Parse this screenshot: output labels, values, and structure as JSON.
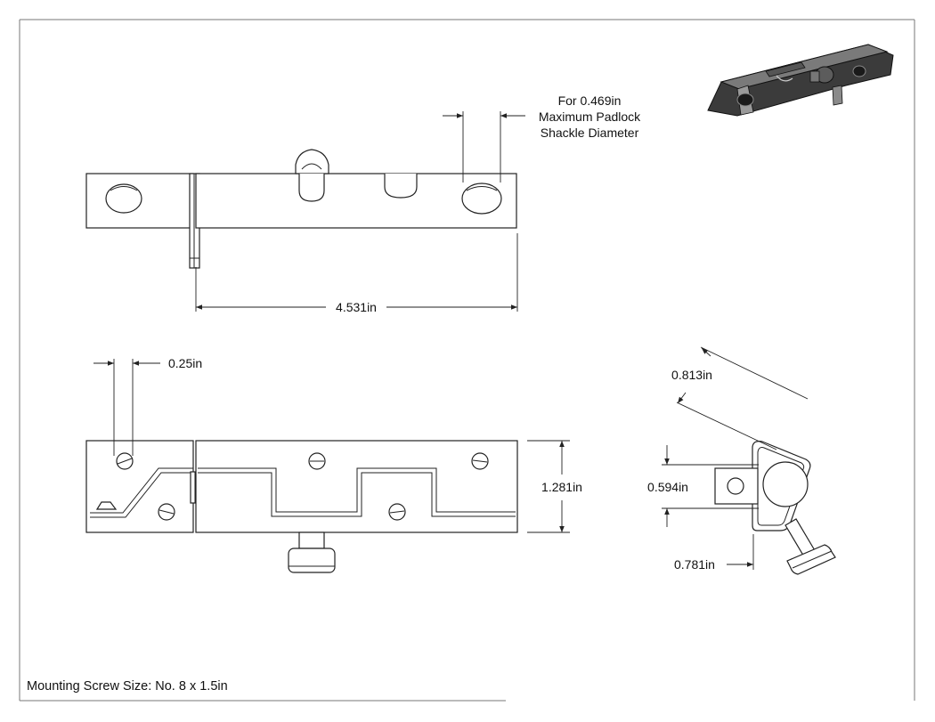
{
  "drawing": {
    "callouts": {
      "shackle_line1": "For 0.469in",
      "shackle_line2": "Maximum Padlock",
      "shackle_line3": "Shackle Diameter"
    },
    "dimensions": {
      "length": "4.531in",
      "screw_offset": "0.25in",
      "height": "1.281in",
      "iso_width": "0.813in",
      "side_height": "0.594in",
      "side_knob": "0.781in"
    },
    "notes": {
      "mounting_screw": "Mounting Screw Size: No. 8 x 1.5in"
    }
  }
}
